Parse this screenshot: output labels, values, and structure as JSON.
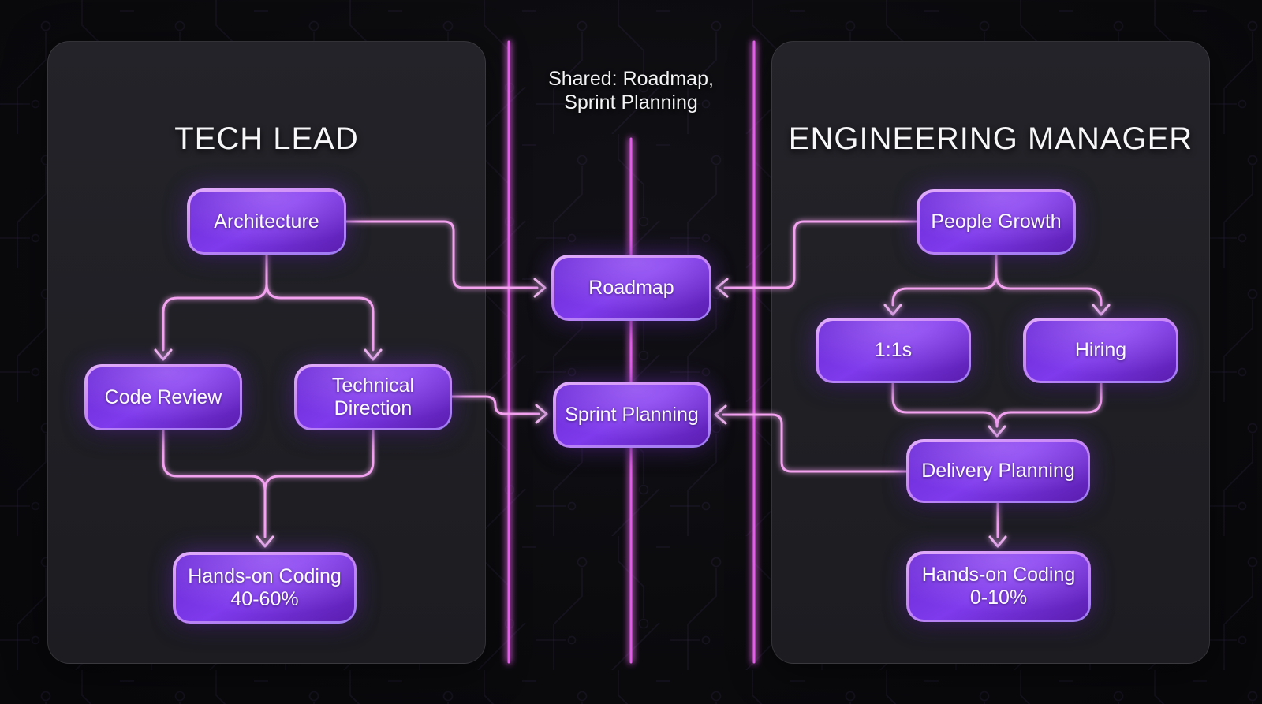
{
  "shared_note": "Shared: Roadmap,\nSprint Planning",
  "panels": {
    "tech_lead": {
      "title": "TECH LEAD"
    },
    "engineering_manager": {
      "title": "ENGINEERING MANAGER"
    }
  },
  "nodes": {
    "architecture": {
      "label": "Architecture"
    },
    "code_review": {
      "label": "Code Review"
    },
    "technical_direction": {
      "label": "Technical\nDirection"
    },
    "handson_tech_lead": {
      "label": "Hands-on Coding\n40-60%"
    },
    "roadmap": {
      "label": "Roadmap"
    },
    "sprint_planning": {
      "label": "Sprint Planning"
    },
    "people_growth": {
      "label": "People Growth"
    },
    "one_on_ones": {
      "label": "1:1s"
    },
    "hiring": {
      "label": "Hiring"
    },
    "delivery_planning": {
      "label": "Delivery Planning"
    },
    "handson_eng_manager": {
      "label": "Hands-on Coding\n0-10%"
    }
  },
  "edges": [
    {
      "from": "architecture",
      "to": "roadmap"
    },
    {
      "from": "architecture",
      "to": "code_review"
    },
    {
      "from": "architecture",
      "to": "technical_direction"
    },
    {
      "from": "code_review",
      "to": "handson_tech_lead"
    },
    {
      "from": "technical_direction",
      "to": "handson_tech_lead"
    },
    {
      "from": "technical_direction",
      "to": "sprint_planning"
    },
    {
      "from": "people_growth",
      "to": "roadmap"
    },
    {
      "from": "people_growth",
      "to": "one_on_ones"
    },
    {
      "from": "people_growth",
      "to": "hiring"
    },
    {
      "from": "one_on_ones",
      "to": "delivery_planning"
    },
    {
      "from": "hiring",
      "to": "delivery_planning"
    },
    {
      "from": "delivery_planning",
      "to": "sprint_planning"
    },
    {
      "from": "delivery_planning",
      "to": "handson_eng_manager"
    }
  ],
  "colors": {
    "structural_line": "#e15fe6",
    "connector_line": "#f2a2ef",
    "arrowhead": "#f6bcf3",
    "box_border": "#cf9bf6",
    "box_fill": "#7e3aec",
    "panel_fill": "#212126",
    "text": "#f7f7f9"
  }
}
